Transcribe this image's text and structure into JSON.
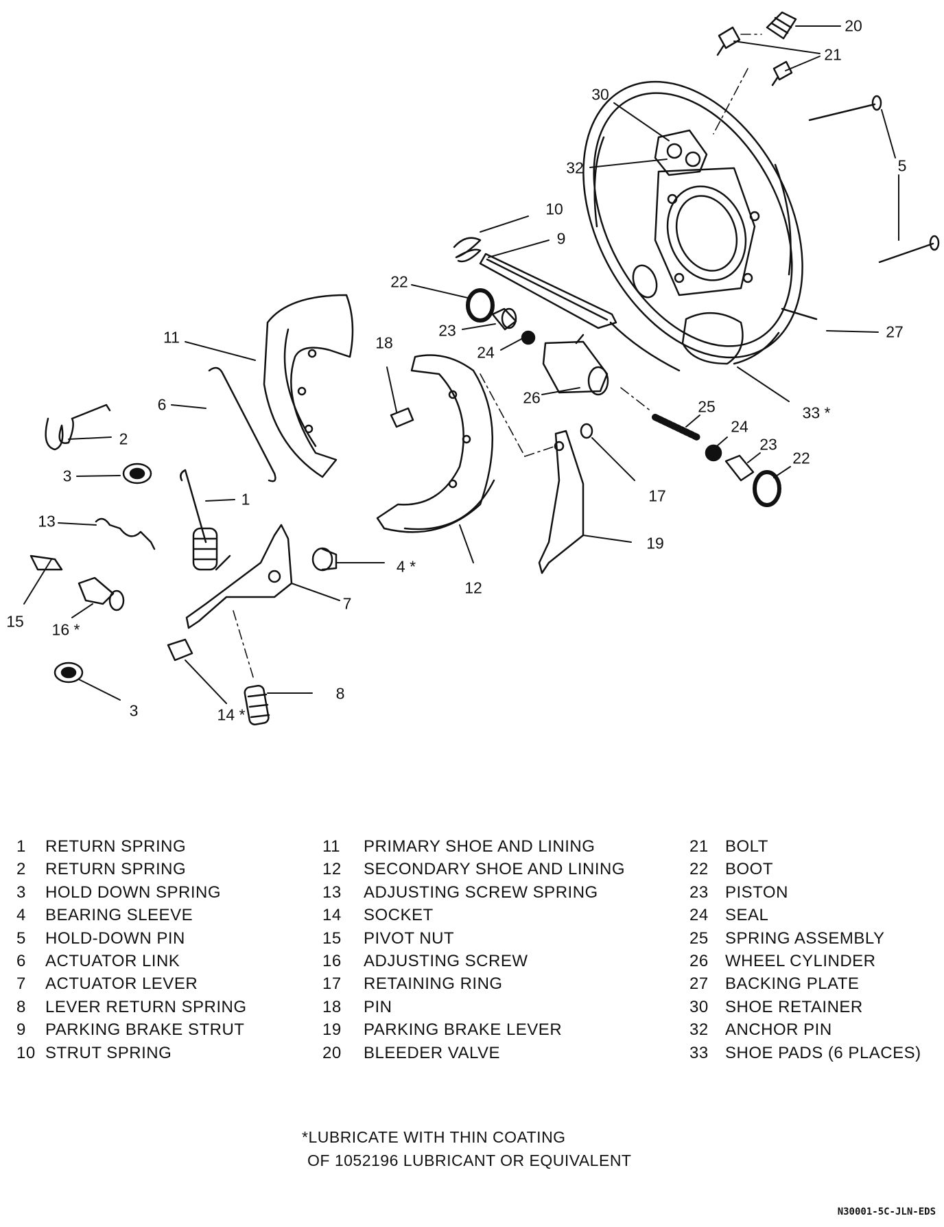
{
  "callouts": {
    "c20": "20",
    "c21": "21",
    "c30": "30",
    "c32": "32",
    "c5": "5",
    "c10": "10",
    "c9": "9",
    "c22a": "22",
    "c23a": "23",
    "c24a": "24",
    "c27": "27",
    "c11": "11",
    "c18": "18",
    "c26": "26",
    "c33": "33 *",
    "c6": "6",
    "c2": "2",
    "c25": "25",
    "c24b": "24",
    "c23b": "23",
    "c22b": "22",
    "c3a": "3",
    "c1": "1",
    "c17": "17",
    "c13": "13",
    "c4": "4 *",
    "c19": "19",
    "c12": "12",
    "c7": "7",
    "c15": "15",
    "c16": "16 *",
    "c8": "8",
    "c3b": "3",
    "c14": "14 *"
  },
  "legend": {
    "col1": [
      {
        "num": "1",
        "label": "RETURN SPRING"
      },
      {
        "num": "2",
        "label": "RETURN SPRING"
      },
      {
        "num": "3",
        "label": "HOLD DOWN SPRING"
      },
      {
        "num": "4",
        "label": "BEARING SLEEVE"
      },
      {
        "num": "5",
        "label": "HOLD-DOWN PIN"
      },
      {
        "num": "6",
        "label": "ACTUATOR LINK"
      },
      {
        "num": "7",
        "label": "ACTUATOR LEVER"
      },
      {
        "num": "8",
        "label": "LEVER RETURN SPRING"
      },
      {
        "num": "9",
        "label": "PARKING BRAKE STRUT"
      },
      {
        "num": "10",
        "label": "STRUT SPRING"
      }
    ],
    "col2": [
      {
        "num": "11",
        "label": "PRIMARY SHOE AND LINING"
      },
      {
        "num": "12",
        "label": "SECONDARY SHOE AND LINING"
      },
      {
        "num": "13",
        "label": "ADJUSTING SCREW SPRING"
      },
      {
        "num": "14",
        "label": "SOCKET"
      },
      {
        "num": "15",
        "label": "PIVOT NUT"
      },
      {
        "num": "16",
        "label": "ADJUSTING SCREW"
      },
      {
        "num": "17",
        "label": "RETAINING RING"
      },
      {
        "num": "18",
        "label": "PIN"
      },
      {
        "num": "19",
        "label": "PARKING BRAKE LEVER"
      },
      {
        "num": "20",
        "label": "BLEEDER VALVE"
      }
    ],
    "col3": [
      {
        "num": "21",
        "label": "BOLT"
      },
      {
        "num": "22",
        "label": "BOOT"
      },
      {
        "num": "23",
        "label": "PISTON"
      },
      {
        "num": "24",
        "label": "SEAL"
      },
      {
        "num": "25",
        "label": "SPRING ASSEMBLY"
      },
      {
        "num": "26",
        "label": "WHEEL CYLINDER"
      },
      {
        "num": "27",
        "label": "BACKING PLATE"
      },
      {
        "num": "30",
        "label": "SHOE RETAINER"
      },
      {
        "num": "32",
        "label": "ANCHOR PIN"
      },
      {
        "num": "33",
        "label": "SHOE PADS (6 PLACES)"
      }
    ]
  },
  "note": {
    "line1": "*LUBRICATE WITH THIN COATING",
    "line2": "OF 1052196 LUBRICANT OR EQUIVALENT"
  },
  "drawing_code": "N30001-5C-JLN-EDS"
}
